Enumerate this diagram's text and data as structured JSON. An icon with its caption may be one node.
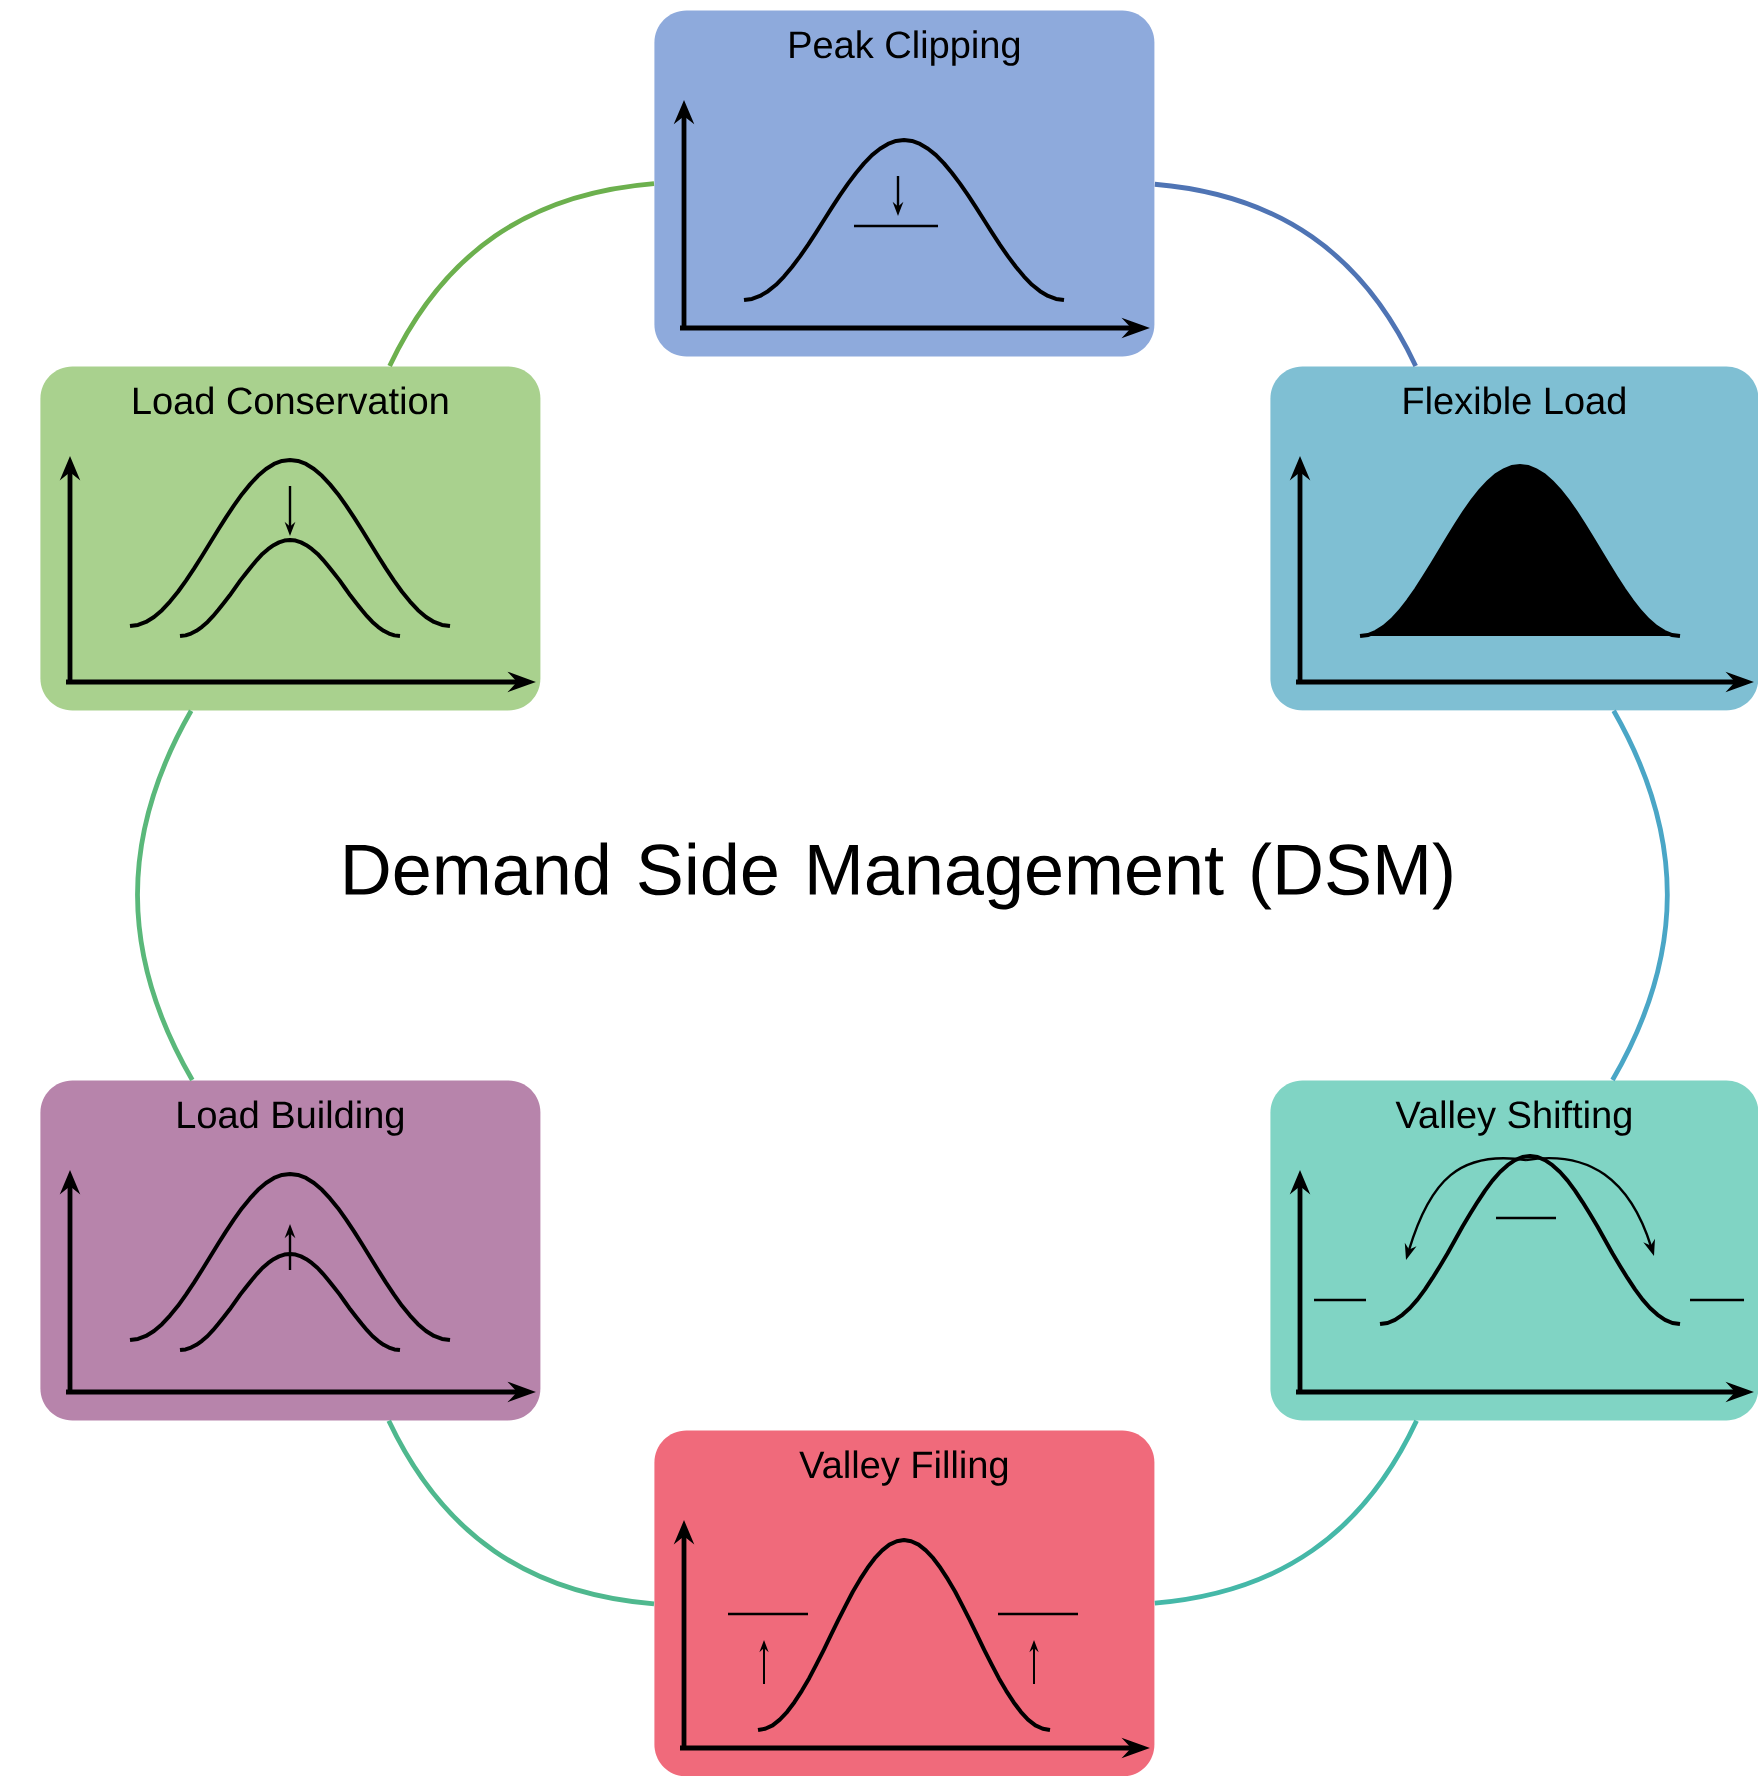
{
  "diagram": {
    "title": "Demand Side Management (DSM)",
    "nodes": [
      {
        "text": [
          "Peak Clipping"
        ]
      },
      {
        "text": [
          "Load Conservation"
        ]
      },
      {
        "text": [
          "Flexible Load"
        ]
      },
      {
        "text": [
          "Load Building"
        ]
      },
      {
        "text": [
          "Valley Shifting"
        ]
      },
      {
        "text": [
          "Valley Filling"
        ]
      }
    ],
    "edges": [
      {
        "from": 0,
        "to": 2,
        "arrow": "none",
        "color": "#4f74b4"
      },
      {
        "from": 2,
        "to": 4,
        "arrow": "none",
        "color": "#4aa6c6"
      },
      {
        "from": 4,
        "to": 5,
        "arrow": "none",
        "color": "#45b8a8"
      },
      {
        "from": 5,
        "to": 3,
        "arrow": "none",
        "color": "#4fb88e"
      },
      {
        "from": 3,
        "to": 1,
        "arrow": "none",
        "color": "#5ab87a"
      },
      {
        "from": 1,
        "to": 0,
        "arrow": "none",
        "color": "#6cb04e"
      }
    ]
  }
}
